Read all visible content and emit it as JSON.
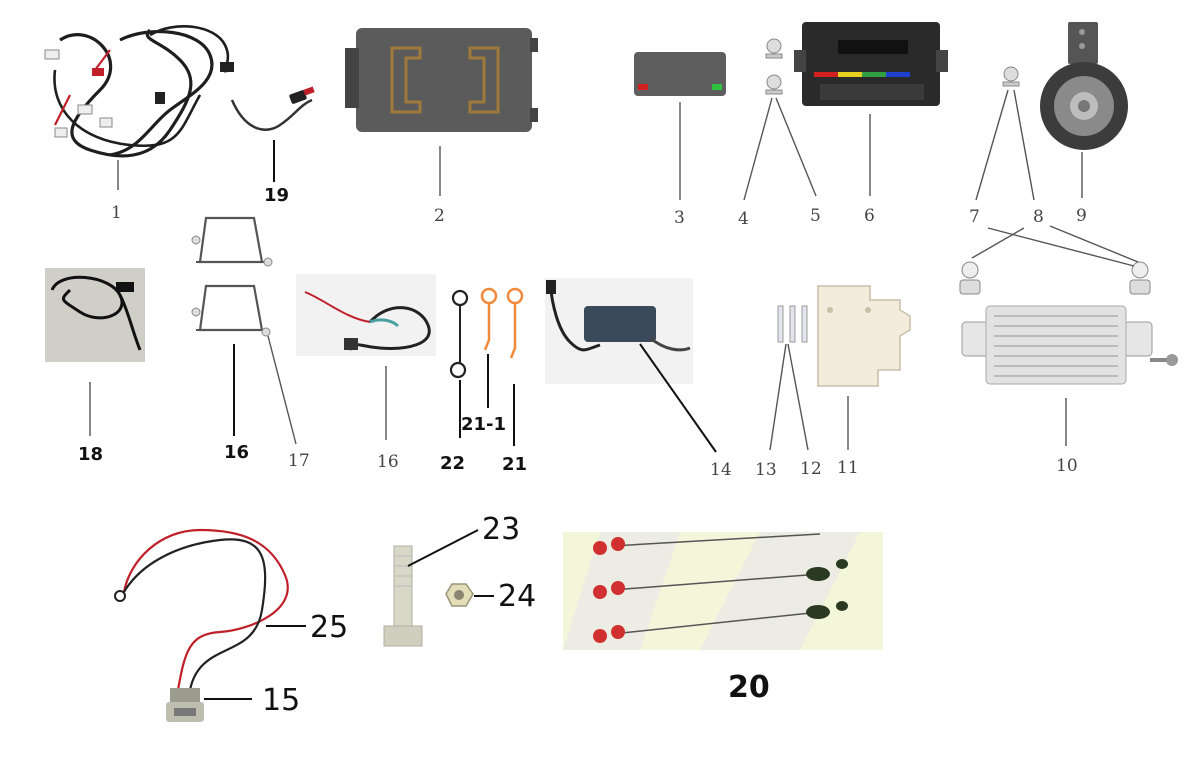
{
  "callouts": {
    "c1": "1",
    "c2": "2",
    "c3": "3",
    "c4": "4",
    "c5": "5",
    "c6": "6",
    "c7": "7",
    "c8": "8",
    "c9": "9",
    "c10": "10",
    "c11": "11",
    "c12": "12",
    "c13": "13",
    "c14": "14",
    "c15": "15",
    "c16a": "16",
    "c16b": "16",
    "c17": "17",
    "c18": "18",
    "c19": "19",
    "c20": "20",
    "c21": "21",
    "c21_1": "21-1",
    "c22": "22",
    "c23": "23",
    "c24": "24",
    "c25": "25"
  },
  "parts": [
    {
      "id": "1",
      "icon": "wiring-harness-icon"
    },
    {
      "id": "2",
      "icon": "controller-box-icon"
    },
    {
      "id": "3",
      "icon": "relay-module-icon"
    },
    {
      "id": "4",
      "icon": "screw-icon"
    },
    {
      "id": "5",
      "icon": "screw-icon"
    },
    {
      "id": "6",
      "icon": "display-unit-icon"
    },
    {
      "id": "7",
      "icon": "screw-icon"
    },
    {
      "id": "8",
      "icon": "screw-icon"
    },
    {
      "id": "9",
      "icon": "horn-icon"
    },
    {
      "id": "10",
      "icon": "dc-converter-icon"
    },
    {
      "id": "11",
      "icon": "circuit-breaker-icon"
    },
    {
      "id": "12",
      "icon": "screw-icon"
    },
    {
      "id": "13",
      "icon": "screw-icon"
    },
    {
      "id": "14",
      "icon": "charger-module-icon"
    },
    {
      "id": "15",
      "icon": "charge-socket-icon"
    },
    {
      "id": "16",
      "icon": "bracket-icon"
    },
    {
      "id": "17",
      "icon": "screw-icon"
    },
    {
      "id": "18",
      "icon": "cable-photo-icon"
    },
    {
      "id": "19",
      "icon": "connector-lead-icon"
    },
    {
      "id": "20",
      "icon": "terminal-cables-icon"
    },
    {
      "id": "21",
      "icon": "key-pin-icon"
    },
    {
      "id": "22",
      "icon": "ring-link-icon"
    },
    {
      "id": "23",
      "icon": "bolt-icon"
    },
    {
      "id": "24",
      "icon": "nut-icon"
    },
    {
      "id": "25",
      "icon": "battery-cable-icon"
    }
  ],
  "colors": {
    "line_art": "#555555",
    "controller_body": "#5b5b5b",
    "display_body": "#2a2a2a",
    "red_wire": "#c0202a",
    "orange_pin": "#f08a3a",
    "terminal_bg": "#f4f6da"
  }
}
